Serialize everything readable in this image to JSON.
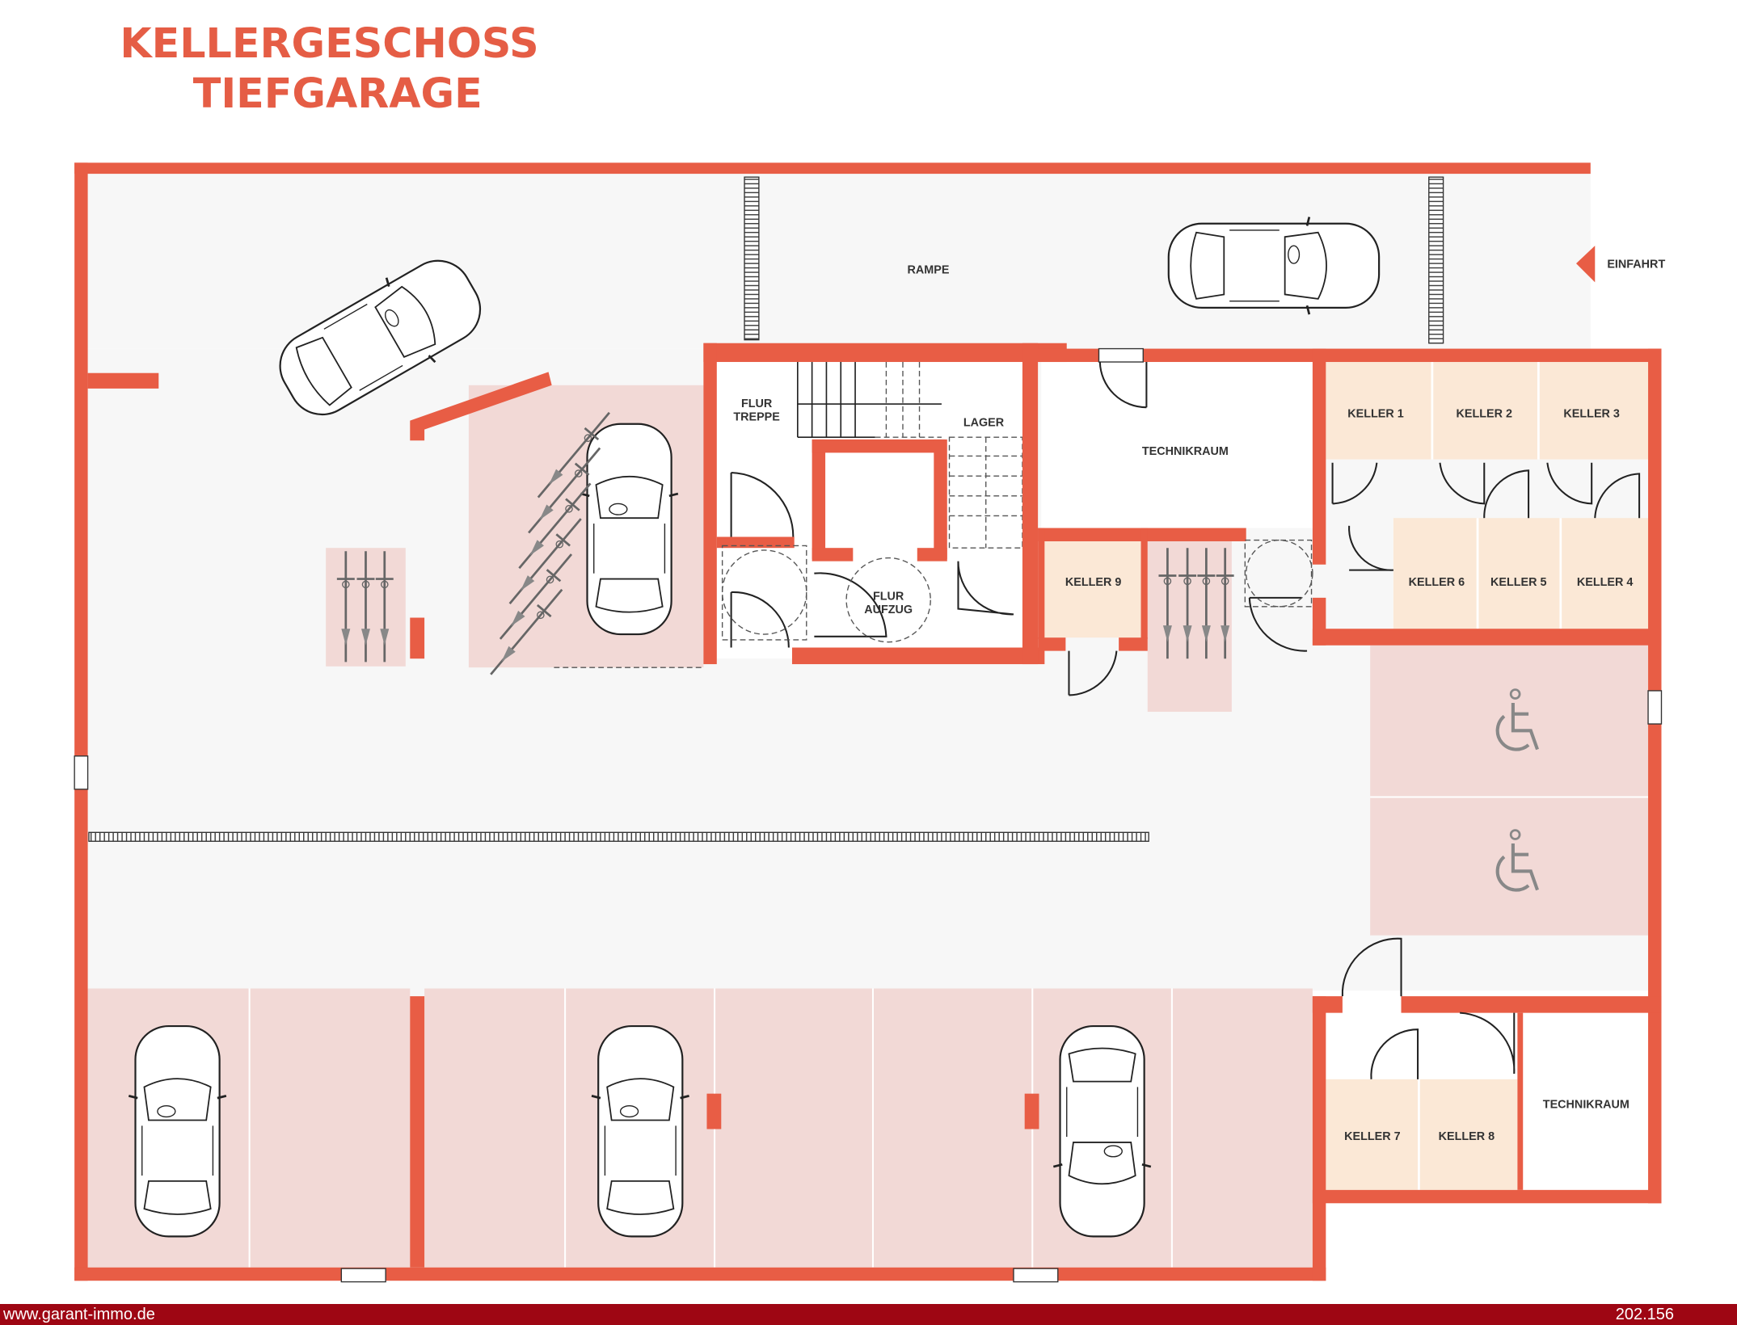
{
  "title": {
    "line1": "KELLERGESCHOSS",
    "line2": "TIEFGARAGE"
  },
  "colors": {
    "wall": "#e85d45",
    "parking": "#f2d9d6",
    "keller": "#fbe8d6",
    "floor": "#f7f7f7",
    "footer": "#9e0613"
  },
  "rooms": {
    "rampe": "RAMPE",
    "einfahrt": "EINFAHRT",
    "flur_treppe_1": "FLUR",
    "flur_treppe_2": "TREPPE",
    "lager": "LAGER",
    "technikraum_top": "TECHNIKRAUM",
    "flur_aufzug_1": "FLUR",
    "flur_aufzug_2": "AUFZUG",
    "keller1": "KELLER 1",
    "keller2": "KELLER 2",
    "keller3": "KELLER 3",
    "keller4": "KELLER 4",
    "keller5": "KELLER 5",
    "keller6": "KELLER 6",
    "keller7": "KELLER 7",
    "keller8": "KELLER 8",
    "keller9": "KELLER 9",
    "technikraum_bottom": "TECHNIKRAUM"
  },
  "icons": [
    "car-icon",
    "bicycle-icon",
    "wheelchair-icon",
    "entry-arrow-icon",
    "door-icon"
  ],
  "footer": {
    "website": "www.garant-immo.de",
    "code": "202.156"
  }
}
